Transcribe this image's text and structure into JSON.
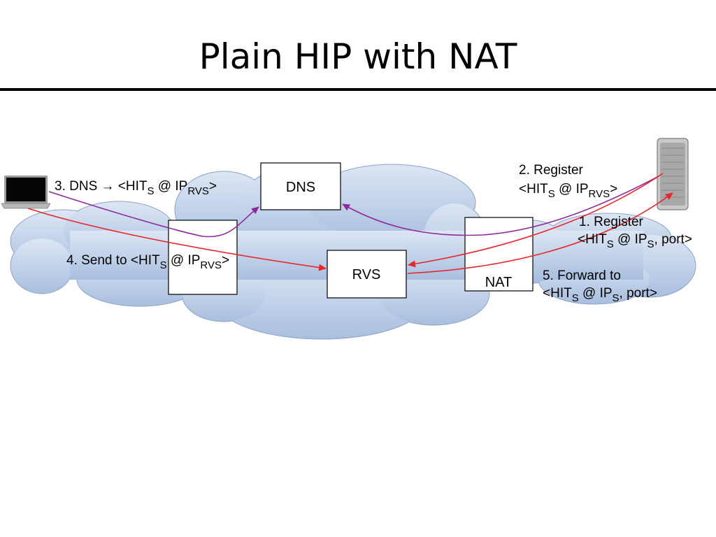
{
  "title": "Plain HIP with NAT",
  "nodes": {
    "dns": "DNS",
    "rvs": "RVS",
    "nat": "NAT"
  },
  "labels": {
    "step1_line1": "1. Register",
    "step1_line2_a": "<HIT",
    "step1_line2_sub1": "S",
    "step1_line2_b": " @ IP",
    "step1_line2_sub2": "S",
    "step1_line2_c": ", port>",
    "step2_line1": "2. Register",
    "step2_line2_a": "<HIT",
    "step2_line2_sub1": "S",
    "step2_line2_b": " @ IP",
    "step2_line2_sub2": "RVS",
    "step2_line2_c": ">",
    "step3_a": "3. DNS → <HIT",
    "step3_sub1": "S",
    "step3_b": " @ IP",
    "step3_sub2": "RVS",
    "step3_c": ">",
    "step4_a": "4. Send to <HIT",
    "step4_sub1": "S",
    "step4_b": " @ IP",
    "step4_sub2": "RVS",
    "step4_c": ">",
    "step5_line1": "5. Forward to",
    "step5_line2_a": "<HIT",
    "step5_line2_sub1": "S",
    "step5_line2_b": " @ IP",
    "step5_line2_sub2": "S",
    "step5_line2_c": ", port>"
  },
  "icons": {
    "client": "laptop-icon",
    "server": "server-tower-icon"
  },
  "colors": {
    "purple": "#8e2a9e",
    "red": "#e8262b",
    "cloud": "#c3d3ea"
  }
}
